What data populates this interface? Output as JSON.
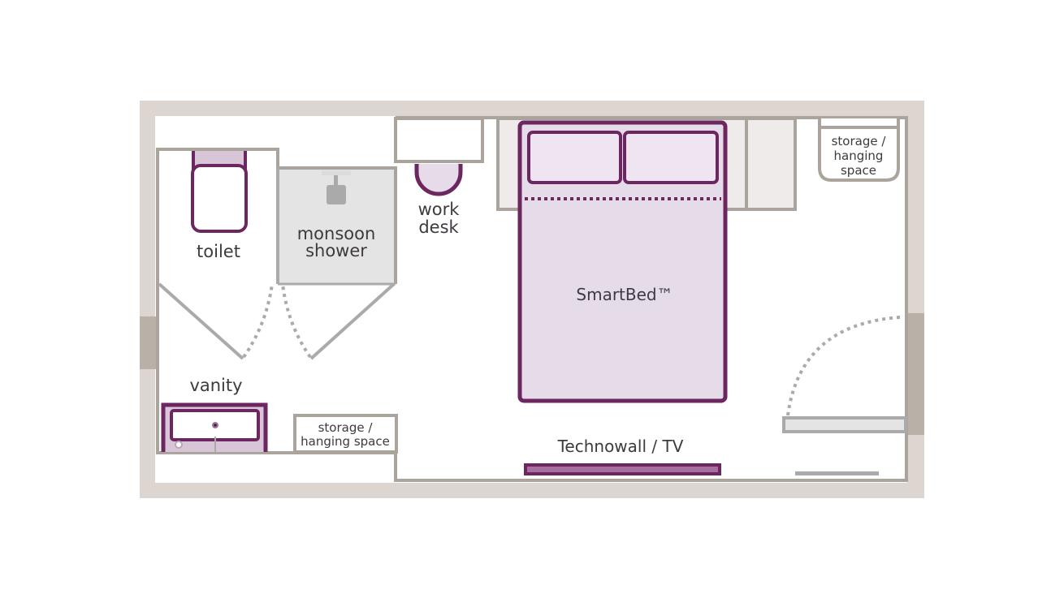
{
  "diagram": {
    "type": "floor-plan",
    "colors": {
      "outer_wall": "#ddd5d0",
      "wall_line": "#aba49c",
      "wall_gray": "#aaaaaa",
      "accent_purple": "#6c2660",
      "bed_fill": "#e6dbe9",
      "pillow_fill": "#efe4f1",
      "shower_fill": "#e4e4e4",
      "headboard_fill": "#efebea",
      "window_fill": "#b9b1a8",
      "text": "#3e3a3f"
    },
    "rooms": {
      "toilet": {
        "label": "toilet"
      },
      "shower": {
        "label_line1": "monsoon",
        "label_line2": "shower"
      },
      "work_desk": {
        "label_line1": "work",
        "label_line2": "desk"
      },
      "bed": {
        "label": "SmartBed™"
      },
      "storage_top_right": {
        "label_line1": "storage /",
        "label_line2": "hanging",
        "label_line3": "space"
      },
      "vanity": {
        "label": "vanity"
      },
      "storage_bottom": {
        "label_line1": "storage /",
        "label_line2": "hanging space"
      },
      "technowall": {
        "label": "Technowall / TV"
      }
    }
  }
}
